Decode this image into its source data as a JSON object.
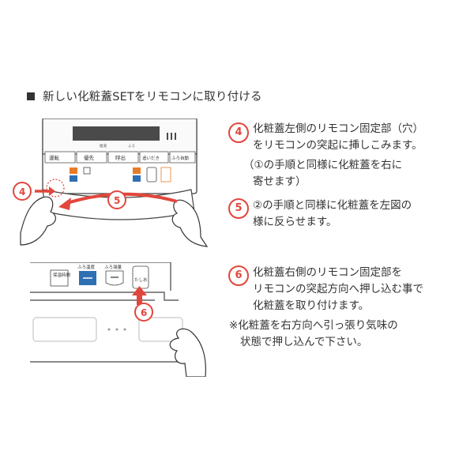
{
  "heading": "新しい化粧蓋SETをリモコンに取り付ける",
  "steps": [
    {
      "num": "4",
      "lines": [
        "化粧蓋左側のリモコン固定部（穴）",
        "をリモコンの突起に挿しこみます。"
      ],
      "note_lines": [
        "（①の手順と同様に化粧蓋を右に",
        "寄せます）"
      ]
    },
    {
      "num": "5",
      "lines": [
        "②の手順と同様に化粧蓋を左図の",
        "様に反らせます。"
      ]
    },
    {
      "num": "6",
      "lines": [
        "化粧蓋右側のリモコン固定部を",
        "リモコンの突起方向へ押し込む事で",
        "化粧蓋を取り付けます。"
      ],
      "note_lines": [
        "※化粧蓋を右方向へ引っ張り気味の",
        "状態で押し込んで下さい。"
      ]
    }
  ],
  "remote": {
    "buttons": [
      "運転",
      "優先",
      "呼出",
      "追いだき",
      "ふろ自動"
    ],
    "small_labels": [
      "給湯",
      "ふろ"
    ],
    "left_callout": "4",
    "arrow_callout": "5"
  },
  "detail": {
    "labels": [
      "保温時間",
      "ふろ温度",
      "ふろ湯量",
      "たし水"
    ],
    "callout": "6"
  },
  "colors": {
    "accent": "#e2463c",
    "button_blue": "#2f6fb4",
    "button_orange": "#e87b28"
  }
}
